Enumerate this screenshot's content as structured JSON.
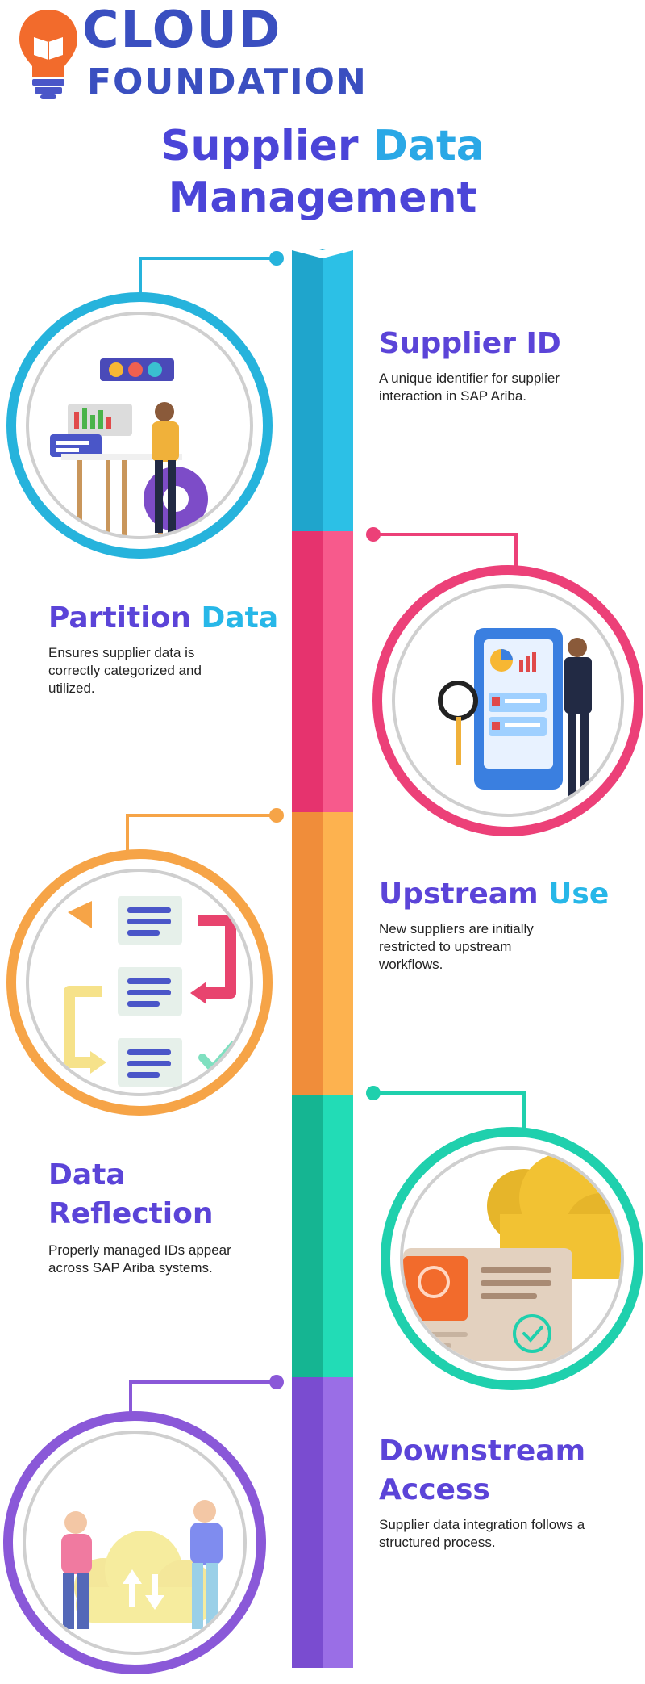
{
  "logo": {
    "line1": "CLOUD",
    "line2": "FOUNDATION",
    "icon": "lightbulb-book-icon"
  },
  "title": {
    "line1_word1": "Supplier",
    "line1_word2": "Data",
    "line2": "Management"
  },
  "sections": [
    {
      "title_w1": "Supplier",
      "title_w2": "ID",
      "desc": "A unique identifier for supplier interaction in SAP Ariba.",
      "color": "#26b3dc",
      "illustration": "desk-analytics-icon"
    },
    {
      "title_w1": "Partition",
      "title_w2": "Data",
      "desc": "Ensures supplier data is correctly categorized and utilized.",
      "color": "#ec4078",
      "illustration": "dashboard-presenter-icon"
    },
    {
      "title_w1": "Upstream",
      "title_w2": "Use",
      "desc": "New suppliers are initially restricted to upstream workflows.",
      "color": "#f6a447",
      "illustration": "document-flow-icon"
    },
    {
      "title_w1": "Data",
      "title_w2": "Reflection",
      "desc": "Properly managed IDs appear across SAP Ariba systems.",
      "color": "#1fd0ad",
      "illustration": "id-card-cloud-icon"
    },
    {
      "title_w1": "Downstream",
      "title_w2": "Access",
      "desc": "Supplier data integration follows a structured process.",
      "color": "#8a58d8",
      "illustration": "cloud-transfer-icon"
    }
  ]
}
